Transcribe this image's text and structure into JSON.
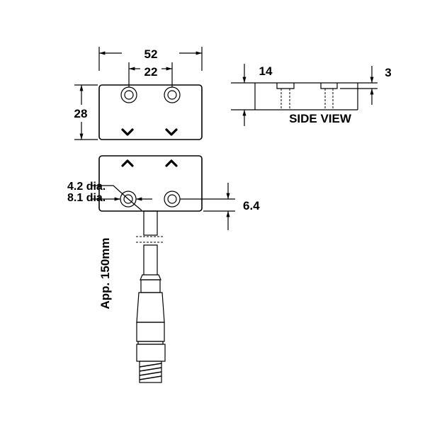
{
  "dimensions": {
    "width": "52",
    "hole_spacing": "22",
    "height": "28",
    "side_thickness": "14",
    "counterbore_depth": "3",
    "hole_offset": "6.4",
    "inner_dia": "4.2 dia.",
    "outer_dia": "8.1 dia.",
    "cable_length": "App. 150mm"
  },
  "labels": {
    "side_view": "SIDE VIEW"
  }
}
